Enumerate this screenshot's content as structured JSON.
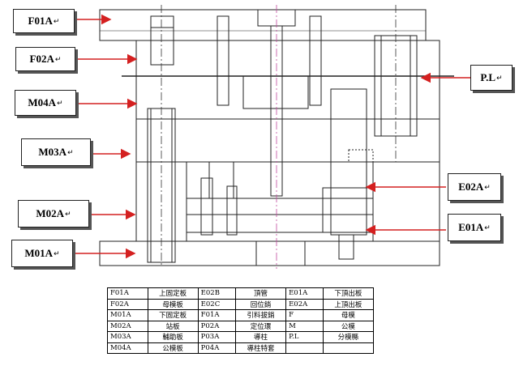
{
  "callouts": {
    "f01a": "F01A",
    "f02a": "F02A",
    "m04a": "M04A",
    "m03a": "M03A",
    "m02a": "M02A",
    "m01a": "M01A",
    "pl": "P.L",
    "e02a": "E02A",
    "e01a": "E01A",
    "return_mark": "↵"
  },
  "legend": {
    "rows": [
      [
        "F01A",
        "上固定板",
        "E02B",
        "頂管",
        "E01A",
        "下頂出板"
      ],
      [
        "F02A",
        "母模板",
        "E02C",
        "回位銷",
        "E02A",
        "上頂出板"
      ],
      [
        "M01A",
        "下固定板",
        "F01A",
        "引料拔銷",
        "F",
        "母模"
      ],
      [
        "M02A",
        "站板",
        "P02A",
        "定位環",
        "M",
        "公模"
      ],
      [
        "M03A",
        "輔助板",
        "P03A",
        "導柱",
        "P.L",
        "分模縣"
      ],
      [
        "M04A",
        "公模板",
        "P04A",
        "導柱特套",
        "",
        ""
      ]
    ]
  },
  "colors": {
    "arrow": "#d42020",
    "line": "#222222",
    "centerline": "#c04aa0"
  }
}
